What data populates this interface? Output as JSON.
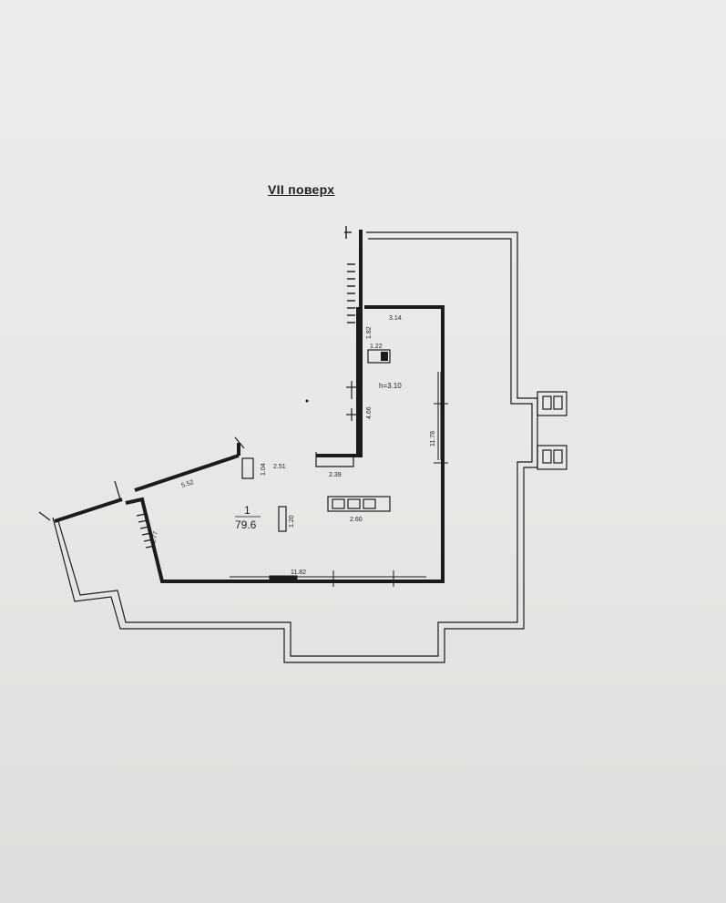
{
  "floor_title": "VII поверх",
  "room": {
    "number": "1",
    "area": "79.6"
  },
  "ceiling_height": "h=3.10",
  "dimensions": {
    "d_3_14": "3.14",
    "d_1_82": "1.82",
    "d_1_22": "1.22",
    "d_4_66": "4.66",
    "d_11_78": "11.78",
    "d_1_04": "1.04",
    "d_2_51": "2.51",
    "d_2_39": "2.39",
    "d_5_52": "5.52",
    "d_1_77": "1.77",
    "d_1_20": "1.20",
    "d_2_60": "2.60",
    "d_11_82": "11.82"
  },
  "colors": {
    "line": "#1b1b1b",
    "paper": "#e8e9e6"
  }
}
